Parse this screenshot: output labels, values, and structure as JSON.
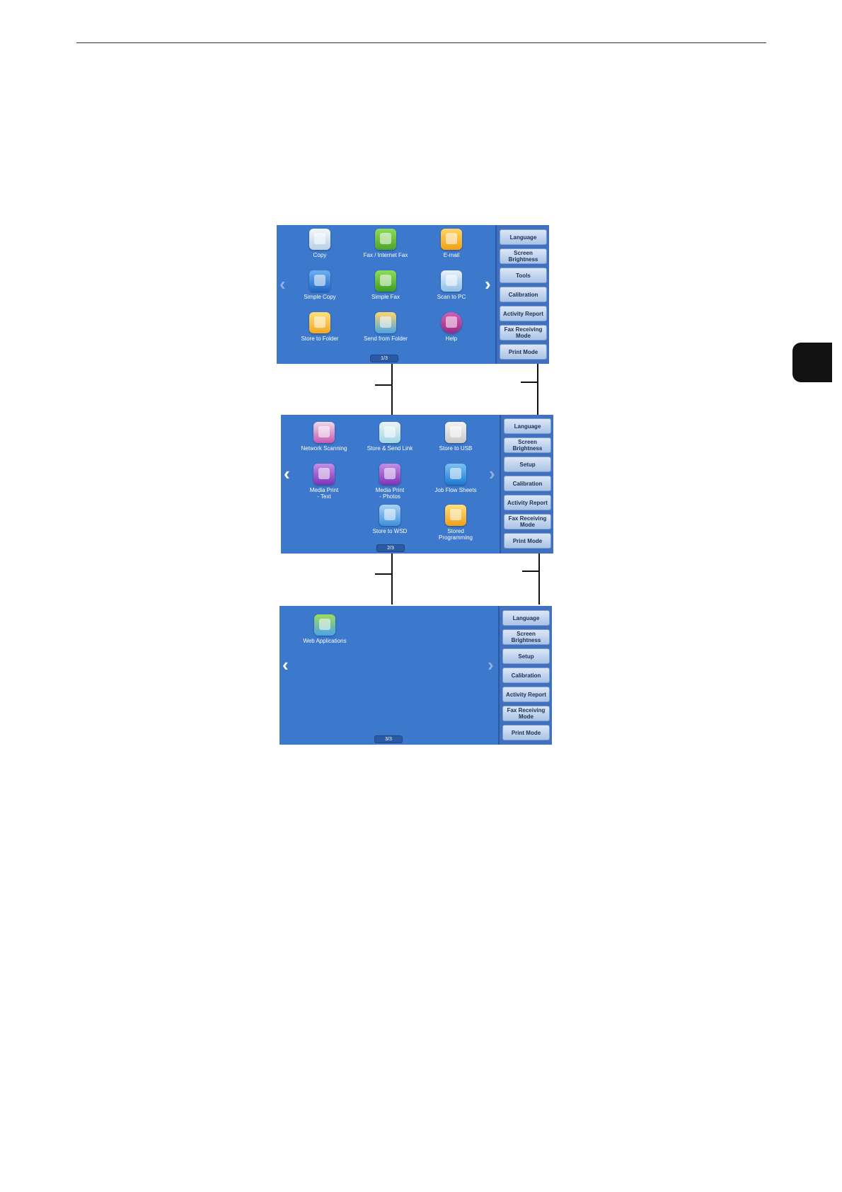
{
  "colors": {
    "screen_bg": "#3c78cc",
    "button_face": "#c5d7ef",
    "text": "#ffffff"
  },
  "screens": [
    {
      "pager": "1/3",
      "left_arrow_dim": true,
      "right_arrow_dim": false,
      "apps": [
        {
          "label": "Copy",
          "icon": "copy-icon"
        },
        {
          "label": "Fax / Internet Fax",
          "icon": "fax-icon"
        },
        {
          "label": "E-mail",
          "icon": "email-icon"
        },
        {
          "label": "Simple Copy",
          "icon": "simple-copy-icon"
        },
        {
          "label": "Simple Fax",
          "icon": "simple-fax-icon"
        },
        {
          "label": "Scan to PC",
          "icon": "scan-to-pc-icon"
        },
        {
          "label": "Store to Folder",
          "icon": "folder-icon"
        },
        {
          "label": "Send from Folder",
          "icon": "send-from-folder-icon"
        },
        {
          "label": "Help",
          "icon": "help-icon"
        }
      ],
      "side": [
        "Language",
        "Screen\nBrightness",
        "Tools",
        "Calibration",
        "Activity Report",
        "Fax Receiving\nMode",
        "Print Mode"
      ]
    },
    {
      "pager": "2/3",
      "left_arrow_dim": false,
      "right_arrow_dim": true,
      "apps": [
        {
          "label": "Network Scanning",
          "icon": "network-scanning-icon"
        },
        {
          "label": "Store & Send Link",
          "icon": "store-send-link-icon"
        },
        {
          "label": "Store to USB",
          "icon": "usb-icon"
        },
        {
          "label": "Media Print\n- Text",
          "icon": "media-print-text-icon"
        },
        {
          "label": "Media Print\n- Photos",
          "icon": "media-print-photos-icon"
        },
        {
          "label": "Job Flow Sheets",
          "icon": "job-flow-icon"
        },
        {
          "label": "Store to WSD",
          "icon": "wsd-icon"
        },
        {
          "label": "Stored\nProgramming",
          "icon": "stored-programming-icon"
        }
      ],
      "side": [
        "Language",
        "Screen\nBrightness",
        "Setup",
        "Calibration",
        "Activity Report",
        "Fax Receiving\nMode",
        "Print Mode"
      ]
    },
    {
      "pager": "3/3",
      "left_arrow_dim": false,
      "right_arrow_dim": true,
      "apps": [
        {
          "label": "Web Applications",
          "icon": "web-applications-icon"
        }
      ],
      "side": [
        "Language",
        "Screen\nBrightness",
        "Setup",
        "Calibration",
        "Activity Report",
        "Fax Receiving\nMode",
        "Print Mode"
      ]
    }
  ]
}
